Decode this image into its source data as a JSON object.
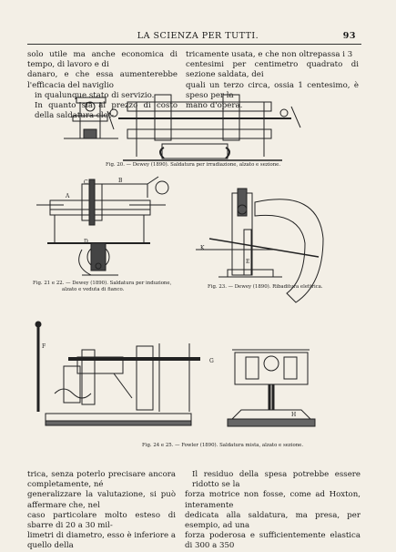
{
  "header": {
    "title": "LA SCIENZA PER TUTTI.",
    "page_number": "93"
  },
  "top_left": [
    "solo utile ma anche economica di tempo, di lavoro e di",
    "danaro, e che essa aumenterebbe l'efficacia del naviglio",
    "in qualunque stato di servizio.",
    "In quanto sia al prezzo di costo della saldatura elet-"
  ],
  "top_right": [
    "tricamente usata, e che non oltrepassa i 3",
    "centesimi per centimetro quadrato di sezione saldata, dei",
    "quali un terzo circa, ossia 1 centesimo, è speso per la",
    "mano d'opera."
  ],
  "figures": {
    "fig20_caption": "Fig. 20. — Dewey (1890). Saldatura per irradiazione, alzato e sezione.",
    "fig2122_caption_1": "Fig. 21 e 22. — Dewey (1890). Saldatura per induzione,",
    "fig2122_caption_2": "alzato e veduta di fianco.",
    "fig23_caption": "Fig. 23. — Dewey (1890). Ribaditura elettrica.",
    "fig2425_caption": "Fig. 24 e 25. — Fowler (1890). Saldatura mista, alzato e sezione.",
    "label_A": "A",
    "label_B": "B",
    "label_C": "C",
    "label_D": "D",
    "label_E": "E",
    "label_F": "F",
    "label_G": "G",
    "label_H": "H",
    "label_K": "K"
  },
  "bottom_left": [
    "trica, senza poterlo precisare ancora completamente, né",
    "generalizzare la valutazione, si può affermare che, nel",
    "caso particolare molto esteso di sbarre di 20 a 30 mil-",
    "limetri di diametro, esso è inferiore a quello della"
  ],
  "bottom_right": [
    "Il residuo della spesa potrebbe essere ridotto se la",
    "forza motrice non fosse, come ad Hoxton, interamente",
    "dedicata alla saldatura, ma presa, per esempio, ad una",
    "forza poderosa e sufficientemente elastica di 300 a 350"
  ]
}
